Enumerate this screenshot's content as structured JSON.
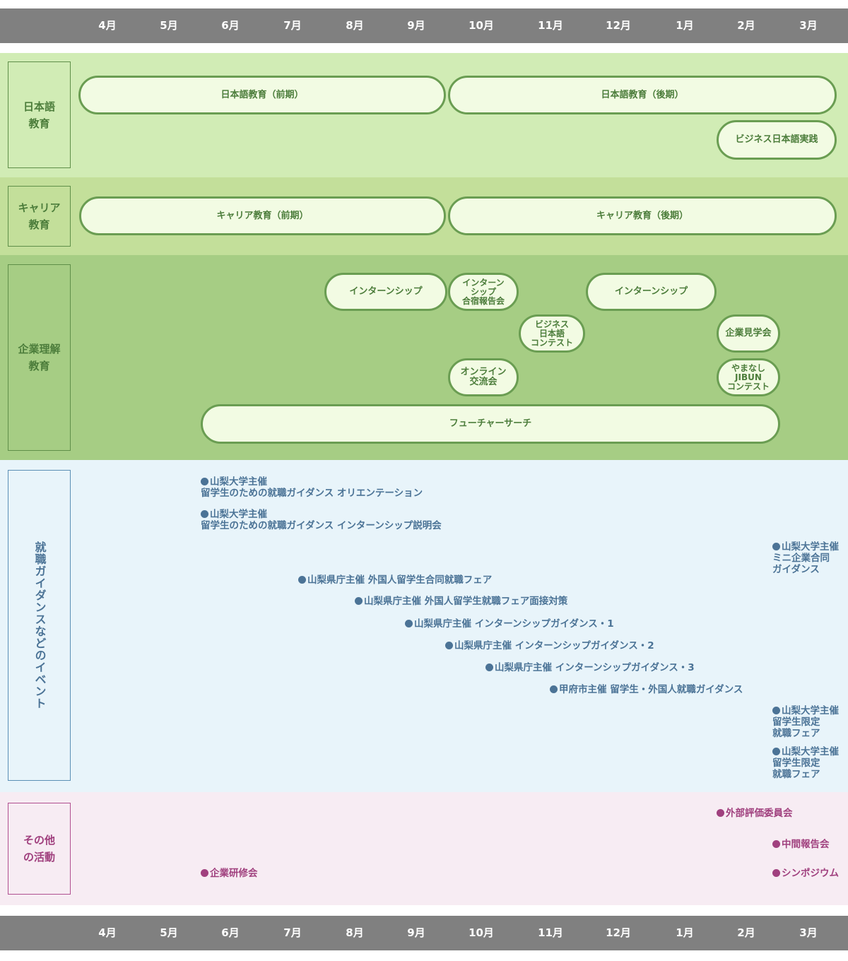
{
  "months": [
    "4月",
    "5月",
    "6月",
    "7月",
    "8月",
    "9月",
    "10月",
    "11月",
    "12月",
    "1月",
    "2月",
    "3月"
  ],
  "categories": {
    "japanese": "日本語\n教育",
    "career": "キャリア\n教育",
    "corporate": "企業理解\n教育",
    "guidance": "就職ガイダンスなどのイベント",
    "other": "その他\nの活動"
  },
  "japanese_pills": [
    "日本語教育（前期）",
    "日本語教育（後期）",
    "ビジネス日本語実践"
  ],
  "career_pills": [
    "キャリア教育（前期）",
    "キャリア教育（後期）"
  ],
  "corporate_pills": [
    "インターンシップ",
    "インターン\nシップ\n合宿報告会",
    "インターンシップ",
    "ビジネス\n日本語\nコンテスト",
    "企業見学会",
    "オンライン\n交流会",
    "やまなし\nJIBUN\nコンテスト",
    "フューチャーサーチ"
  ],
  "guidance_events": [
    "山梨大学主催\n留学生のための就職ガイダンス オリエンテーション",
    "山梨大学主催\n留学生のための就職ガイダンス インターンシップ説明会",
    "山梨大学主催\nミニ企業合同\nガイダンス",
    "山梨県庁主催 外国人留学生合同就職フェア",
    "山梨県庁主催 外国人留学生就職フェア面接対策",
    "山梨県庁主催 インターンシップガイダンス・1",
    "山梨県庁主催 インターンシップガイダンス・2",
    "山梨県庁主催 インターンシップガイダンス・3",
    "甲府市主催 留学生・外国人就職ガイダンス",
    "山梨大学主催\n留学生限定\n就職フェア",
    "山梨大学主催\n留学生限定\n就職フェア"
  ],
  "other_events": [
    "外部評価委員会",
    "中間報告会",
    "シンポジウム",
    "企業研修会"
  ],
  "colors": {
    "header": "#808080",
    "band_japanese": "#d1ecb5",
    "band_career": "#c3df9a",
    "band_corporate": "#a6cd84",
    "band_guidance": "#e8f4fa",
    "band_other": "#f7ecf3",
    "pill_fill": "#f2fbe3",
    "pill_border": "#6a9d52",
    "text_green": "#4c7d3b",
    "text_blue": "#4b7396",
    "text_pink": "#a0407e"
  }
}
